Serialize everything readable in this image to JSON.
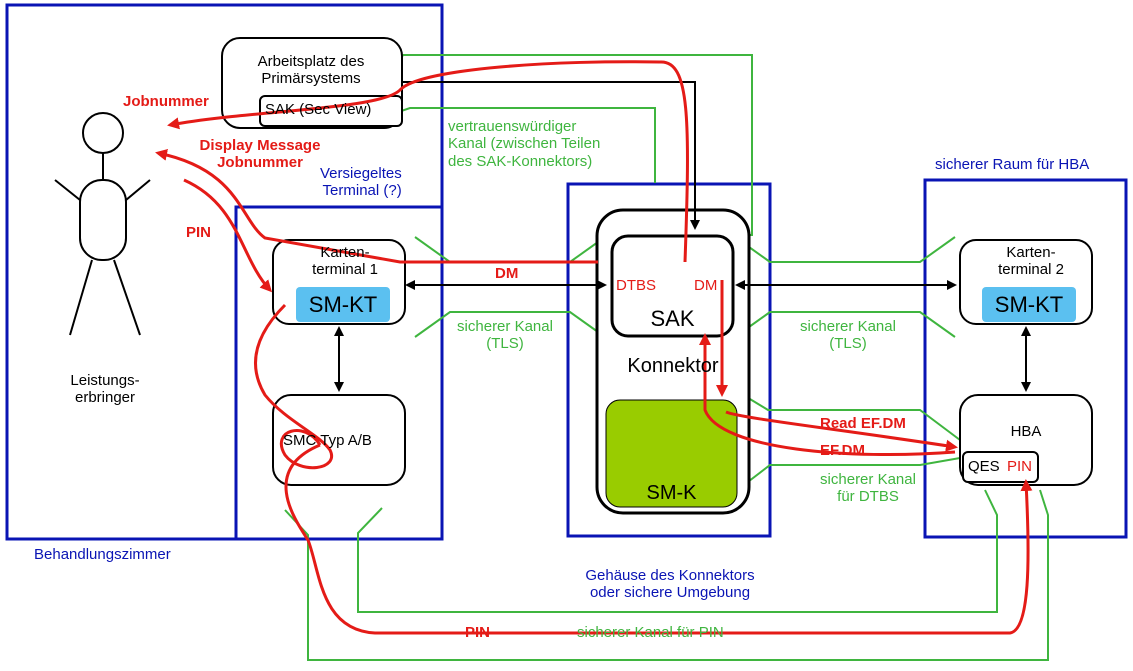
{
  "zones": {
    "behandlungszimmer": "Behandlungszimmer",
    "versiegeltes_terminal": [
      "Versiegeltes",
      "Terminal (?)"
    ],
    "gehaeuse": [
      "Gehäuse des Konnektors",
      "oder sichere Umgebung"
    ],
    "sicherer_raum": "sicherer Raum für HBA"
  },
  "actor": {
    "label": [
      "Leistungs-",
      "erbringer"
    ]
  },
  "arbeitsplatz": {
    "title": [
      "Arbeitsplatz des",
      "Primärsystems"
    ],
    "sak_view": "SAK (Sec View)"
  },
  "terminal1": {
    "title": [
      "Karten-",
      "terminal 1"
    ],
    "smkt": "SM-KT"
  },
  "smc": {
    "label": "SMC Typ A/B"
  },
  "konnektor": {
    "sak": "SAK",
    "dtbs": "DTBS",
    "dm": "DM",
    "title": "Konnektor",
    "smk": "SM-K"
  },
  "terminal2": {
    "title": [
      "Karten-",
      "terminal 2"
    ],
    "smkt": "SM-KT"
  },
  "hba": {
    "title": "HBA",
    "qes": "QES",
    "pin": "PIN"
  },
  "channels": {
    "trusted": [
      "vertrauenswürdiger",
      "Kanal (zwischen Teilen",
      "des SAK-Konnektors)"
    ],
    "tls_left": [
      "sicherer Kanal",
      "(TLS)"
    ],
    "tls_right": [
      "sicherer Kanal",
      "(TLS)"
    ],
    "dtbs": [
      "sicherer Kanal",
      "für DTBS"
    ],
    "pin": "sicherer Kanal für PIN"
  },
  "flows": {
    "jobnummer_top": "Jobnummer",
    "display_message": [
      "Display Message",
      "Jobnummer"
    ],
    "pin_user": "PIN",
    "dm": "DM",
    "read_efdm": "Read EF.DM",
    "efdm": "EF.DM",
    "pin_bottom": "PIN"
  },
  "colors": {
    "zone_blue": "#0a14b4",
    "channel_green": "#3fb53f",
    "flow_red": "#e41b17",
    "smkt_fill": "#5bc0f0",
    "smk_fill": "#99cc00"
  }
}
